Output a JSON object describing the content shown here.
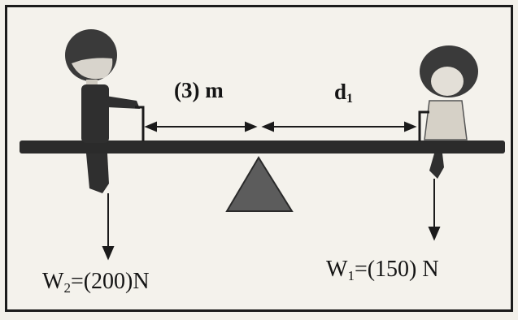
{
  "distance_left": "(3) m",
  "distance_right": {
    "symbol": "d",
    "subscript": "1"
  },
  "weight_left": {
    "symbol": "W",
    "subscript": "2",
    "value": "=(200)N"
  },
  "weight_right": {
    "symbol": "W",
    "subscript": "1",
    "value": "=(150) N"
  },
  "colors": {
    "background": "#f4f2ec",
    "ink": "#1b1b1b",
    "beam": "#2b2b2b",
    "fulcrum": "#5c5c5c"
  }
}
